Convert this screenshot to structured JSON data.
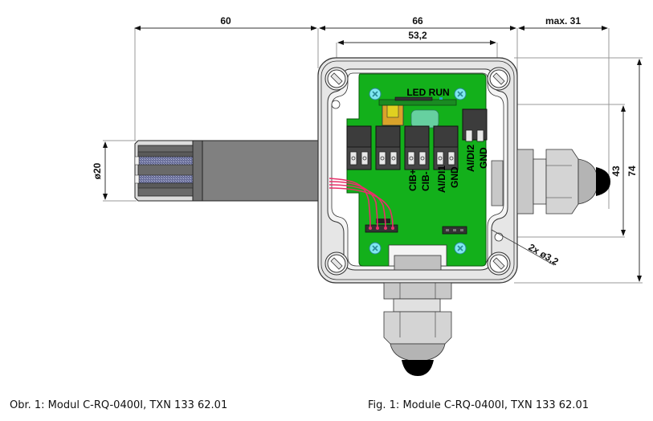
{
  "drawing": {
    "title": "Module C-RQ-0400I dimensional drawing",
    "dimensions": {
      "probe_length": "60",
      "housing_width": "66",
      "mounting_hole_spacing_h": "53,2",
      "gland_protrusion": "max. 31",
      "probe_diameter": "ø20",
      "mounting_hole_spacing_v": "43",
      "housing_height": "74",
      "mounting_holes": "2x ø3,2"
    },
    "pcb_labels": {
      "led": "LED RUN",
      "terminals": [
        "CIB+",
        "CIB-",
        "AI/DI1",
        "GND",
        "AI/DI2",
        "GND"
      ]
    },
    "colors": {
      "pcb": "#13b01b",
      "housing": "#e6e6e6",
      "probe_body": "#808080",
      "screw": "#7fe8f0",
      "wires": "#e8306a",
      "led_board": "#1a8a22"
    }
  },
  "captions": {
    "cz": "Obr. 1: Modul C-RQ-0400I, TXN 133 62.01",
    "en": "Fig. 1: Module C-RQ-0400I, TXN 133 62.01"
  }
}
